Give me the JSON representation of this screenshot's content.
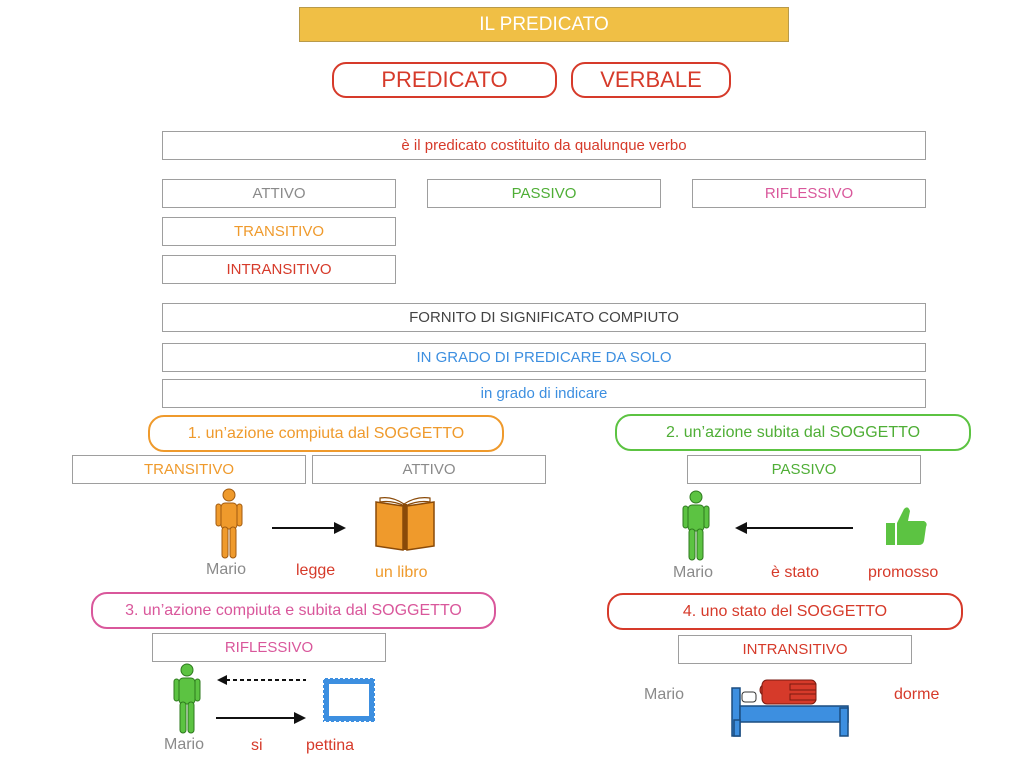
{
  "title": "IL PREDICATO",
  "header": {
    "word1": "PREDICATO",
    "word2": "VERBALE"
  },
  "definition": "è il predicato costituito da qualunque verbo",
  "voices": {
    "attivo": "ATTIVO",
    "passivo": "PASSIVO",
    "riflessivo": "RIFLESSIVO"
  },
  "kinds": {
    "transitivo": "TRANSITIVO",
    "intransitivo": "INTRANSITIVO"
  },
  "meaning": {
    "full": "FORNITO DI SIGNIFICATO COMPIUTO",
    "alone": "IN GRADO DI PREDICARE DA SOLO",
    "indicates": "in grado di indicare"
  },
  "case1": {
    "title": "1. un’azione compiuta dal SOGGETTO",
    "tag1": "TRANSITIVO",
    "tag2": "ATTIVO",
    "subject": "Mario",
    "verb": "legge",
    "object": "un libro"
  },
  "case2": {
    "title": "2. un’azione subita dal SOGGETTO",
    "tag": "PASSIVO",
    "subject": "Mario",
    "verb": "è stato",
    "object": "promosso"
  },
  "case3": {
    "title": "3. un’azione compiuta e subita dal SOGGETTO",
    "tag": "RIFLESSIVO",
    "subject": "Mario",
    "verb": "si",
    "object": "pettina"
  },
  "case4": {
    "title": "4. uno stato del SOGGETTO",
    "tag": "INTRANSITIVO",
    "subject": "Mario",
    "verb": "dorme"
  },
  "colors": {
    "gold": "#f0bf45",
    "red": "#d63a2a",
    "orange": "#ef9a2c",
    "green": "#5cc342",
    "pink": "#d9579b",
    "blue": "#3d8fe0",
    "gray": "#8a8a8a"
  }
}
